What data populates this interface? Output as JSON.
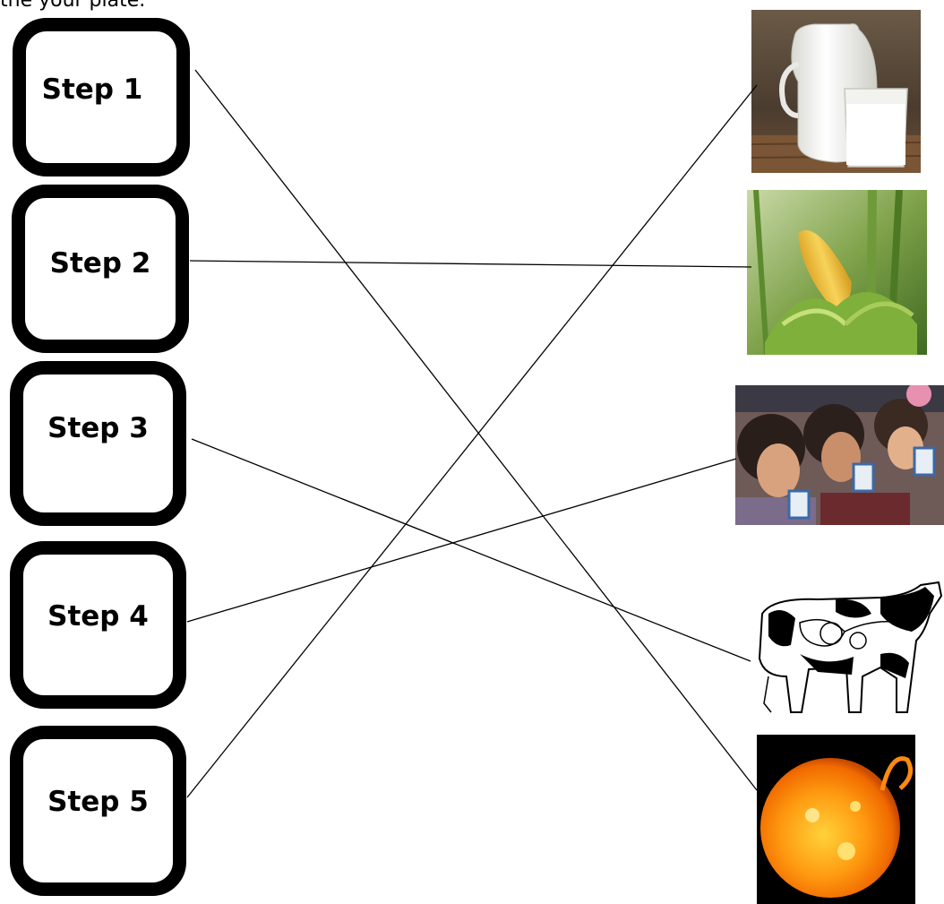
{
  "instruction_fragment": "the your plate.",
  "steps": [
    {
      "label": "Step 1"
    },
    {
      "label": "Step 2"
    },
    {
      "label": "Step 3"
    },
    {
      "label": "Step 4"
    },
    {
      "label": "Step 5"
    }
  ],
  "pictures": [
    {
      "name": "milk-picture",
      "subject": "jug and glass of milk"
    },
    {
      "name": "corn-picture",
      "subject": "ear of corn in field"
    },
    {
      "name": "children-drinking-milk-picture",
      "subject": "children drinking milk cartons"
    },
    {
      "name": "cow-digestion-picture",
      "subject": "cow digestive system diagram"
    },
    {
      "name": "sun-picture",
      "subject": "the sun"
    }
  ],
  "connections": [
    {
      "step": "Step 1",
      "picture": "sun-picture"
    },
    {
      "step": "Step 2",
      "picture": "corn-picture"
    },
    {
      "step": "Step 3",
      "picture": "cow-digestion-picture"
    },
    {
      "step": "Step 4",
      "picture": "children-drinking-milk-picture"
    },
    {
      "step": "Step 5",
      "picture": "milk-picture"
    }
  ]
}
